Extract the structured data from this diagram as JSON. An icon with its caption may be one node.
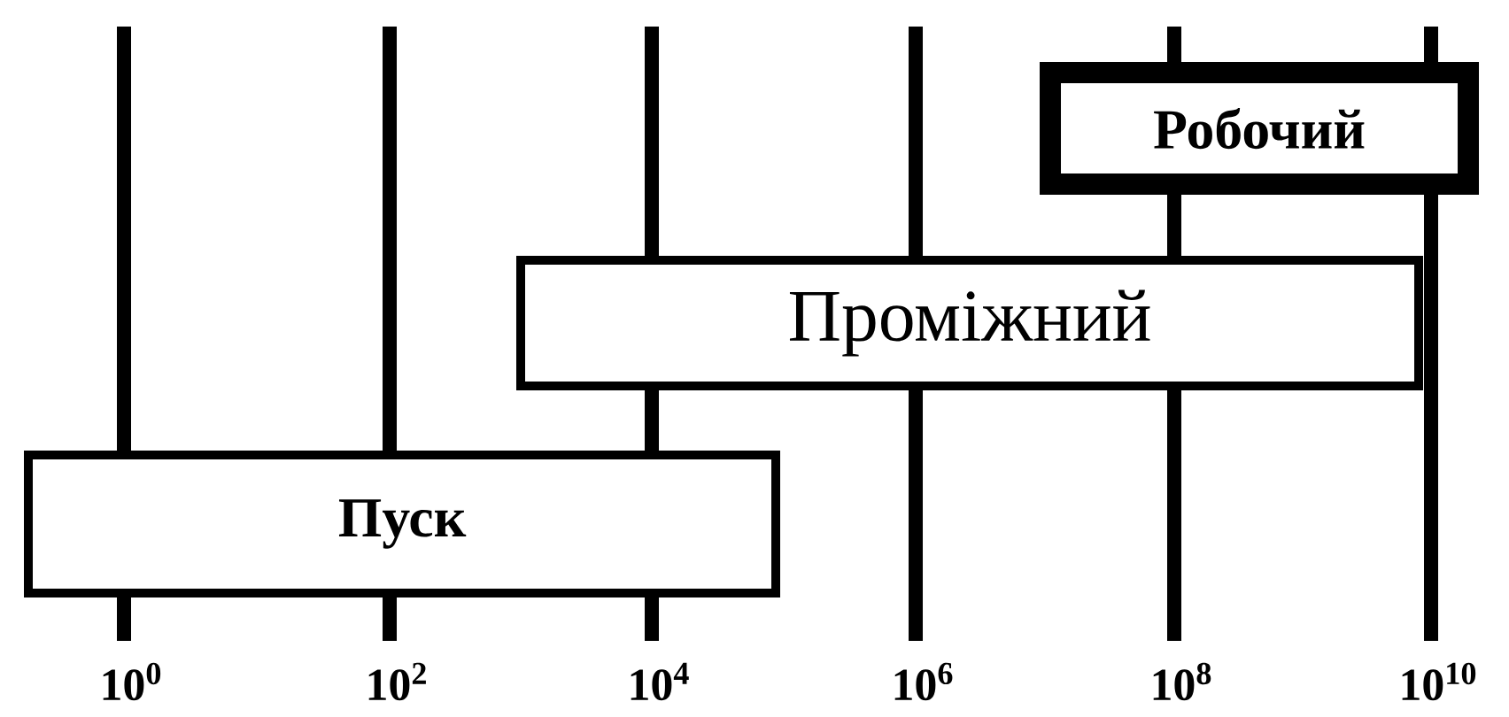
{
  "diagram": {
    "nodes": [
      {
        "text": [
          "Робочий"
        ]
      },
      {
        "text": [
          "Проміжний"
        ]
      },
      {
        "text": [
          "Пуск"
        ]
      }
    ],
    "labels": [
      "10$^{0}$",
      "10$^{2}$",
      "10$^{4}$",
      "10$^{6}$",
      "10$^{8}$",
      "10$^{10}$"
    ]
  }
}
